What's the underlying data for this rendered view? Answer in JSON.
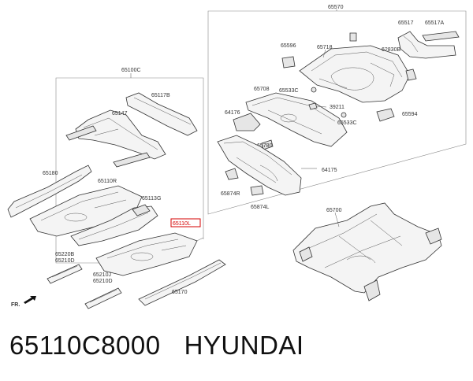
{
  "callouts": {
    "c65570": "65570",
    "c65517": "65517",
    "c65517A": "65517A",
    "c65596": "65596",
    "c65718": "65718",
    "c62830B": "62830B",
    "c65708": "65708",
    "c65533C_a": "65533C",
    "c39211": "39211",
    "c64176": "64176",
    "c65533C_b": "65533C",
    "c65594": "65594",
    "c65780": "65780",
    "c64175": "64175",
    "c65874R": "65874R",
    "c65874L": "65874L",
    "c65100C": "65100C",
    "c65117B": "65117B",
    "c65147": "65147",
    "c65180": "65180",
    "c65110R": "65110R",
    "c65113G": "65113G",
    "c65110L": "65110L",
    "c65220B": "65220B",
    "c65210D_a": "65210D",
    "c65210J": "65210J",
    "c65210D_b": "65210D",
    "c65170": "65170",
    "c65700": "65700",
    "fr": "FR."
  },
  "caption": {
    "part_number": "65110C8000",
    "brand": "HYUNDAI"
  },
  "highlight_color": "#d40000"
}
